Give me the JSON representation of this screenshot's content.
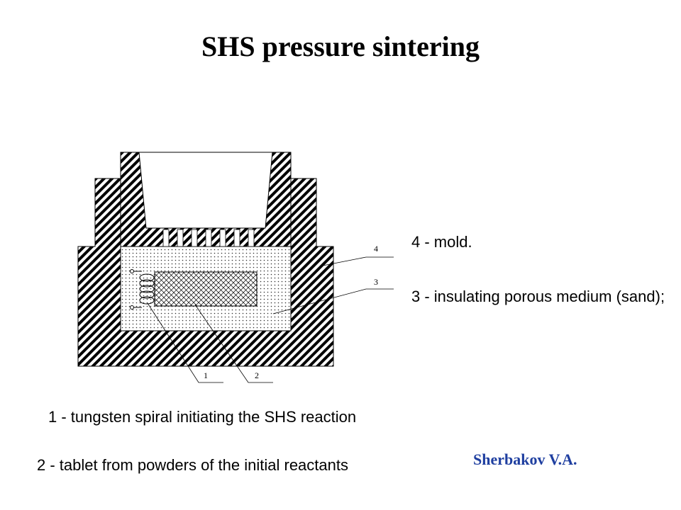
{
  "title": "SHS pressure sintering",
  "callouts": [
    "4",
    "3",
    "1",
    "2"
  ],
  "legend": {
    "item4": "4 - mold.",
    "item3": "3 - insulating porous medium (sand);",
    "item1": "1 - tungsten spiral initiating the SHS reaction",
    "item2": "2 - tablet from powders of the initial reactants"
  },
  "author": "Sherbakov V.A.",
  "colors": {
    "ink": "#000000",
    "author": "#1f3fa0",
    "background": "#ffffff"
  }
}
